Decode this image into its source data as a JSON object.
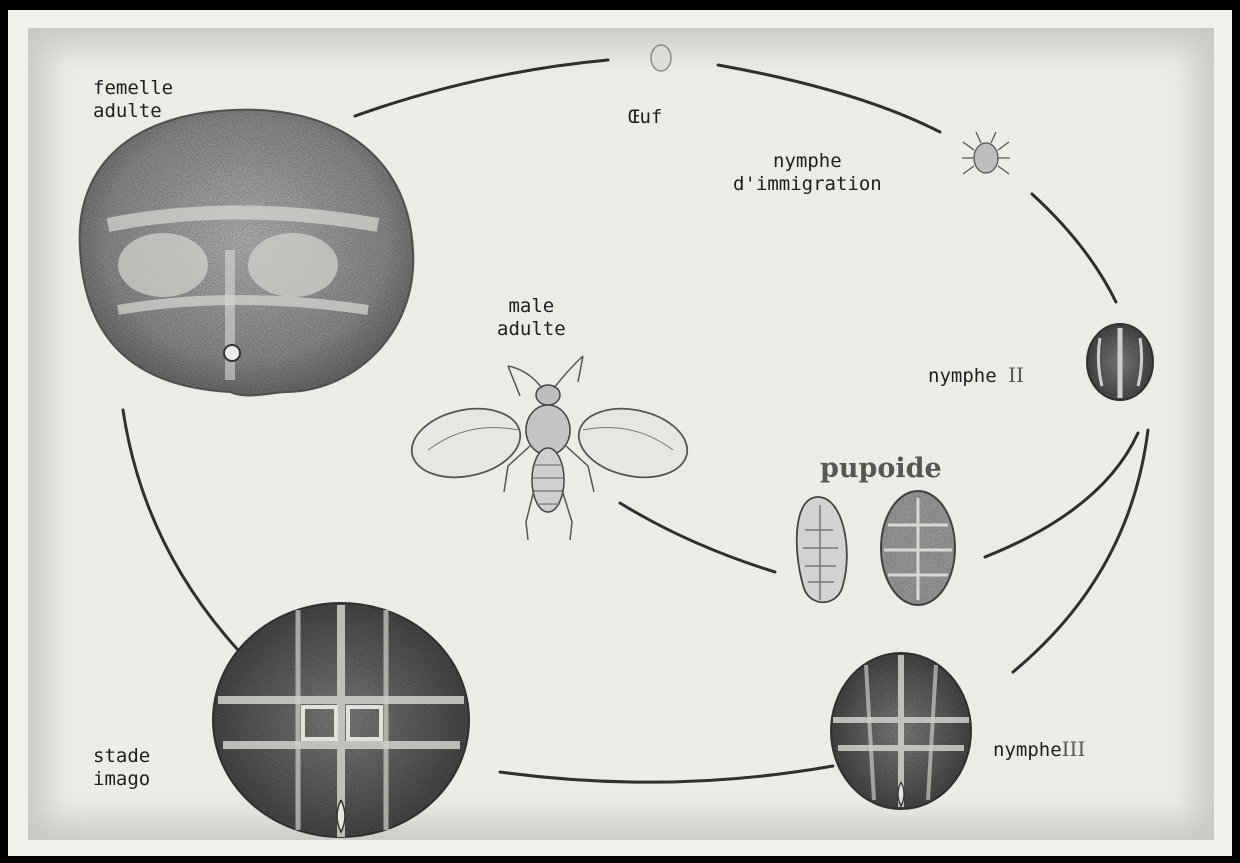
{
  "labels": {
    "femelle": "femelle\nadulte",
    "oeuf": "Œuf",
    "nymphe_immigration": "nymphe\nd'immigration",
    "male": "male\nadulte",
    "nymphe_ii_text": "nymphe",
    "nymphe_ii_num": "II",
    "pupoide": "pupoide",
    "stade_imago": "stade\nimago",
    "nymphe_iii_text": "nymphe",
    "nymphe_iii_num": "III"
  },
  "colors": {
    "ink": "#1e1e1e",
    "paper": "#ecebe6",
    "frame": "#000000"
  }
}
